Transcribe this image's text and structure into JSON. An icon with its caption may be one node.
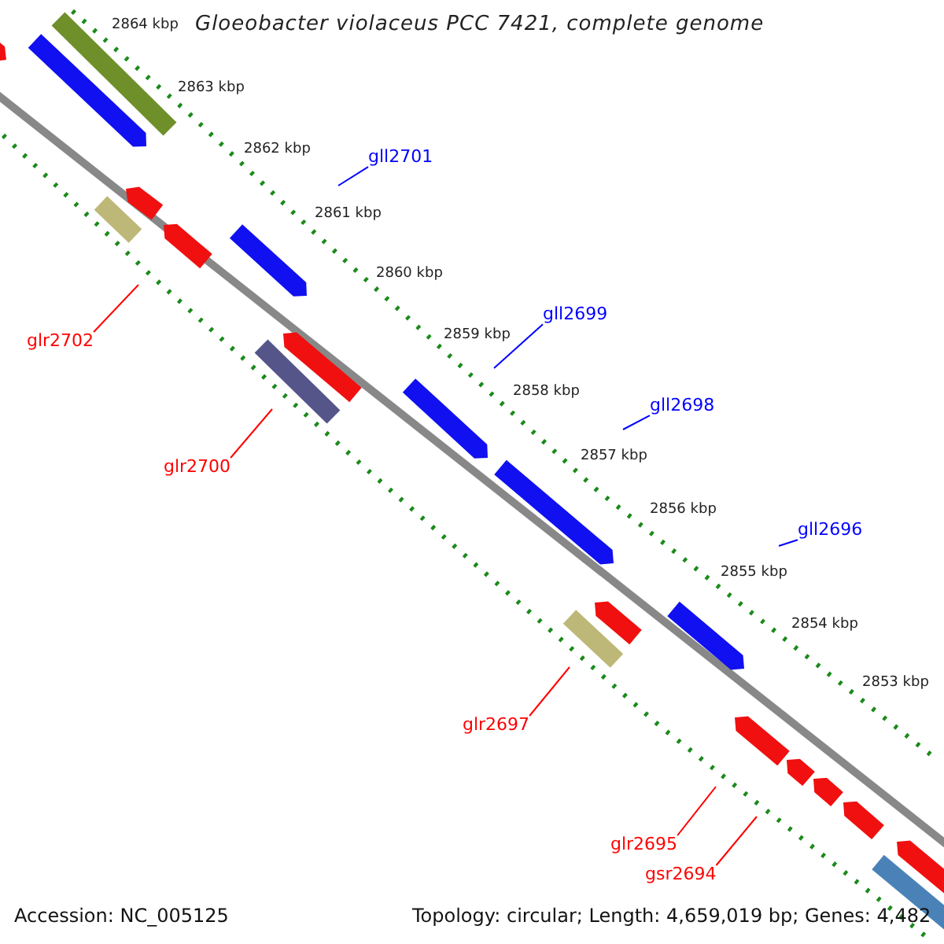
{
  "diagram": {
    "title": "Gloeobacter violaceus PCC 7421, complete genome",
    "nodes": [
      {
        "text": [
          "gll2701"
        ]
      },
      {
        "text": [
          "gll2699"
        ]
      },
      {
        "text": [
          "glr2702"
        ]
      },
      {
        "text": [
          "gll2698"
        ]
      },
      {
        "text": [
          "glr2700"
        ]
      },
      {
        "text": [
          "gll2696"
        ]
      },
      {
        "text": [
          "glr2697"
        ]
      },
      {
        "text": [
          "glr2695"
        ]
      },
      {
        "text": [
          "gsr2694"
        ]
      }
    ],
    "edges": [
      {
        "from": 0,
        "to": null,
        "arrow": "none",
        "color": "#0000ff"
      },
      {
        "from": 1,
        "to": null,
        "arrow": "none",
        "color": "#0000ff"
      },
      {
        "from": 2,
        "to": null,
        "arrow": "none"
      },
      {
        "from": 3,
        "to": null,
        "arrow": "none",
        "color": "#0000ff"
      },
      {
        "from": 4,
        "to": null,
        "arrow": "none"
      },
      {
        "from": 5,
        "to": null,
        "arrow": "none",
        "color": "#0000ff"
      },
      {
        "from": 6,
        "to": null,
        "arrow": "none"
      },
      {
        "from": 7,
        "to": null,
        "arrow": "none"
      },
      {
        "from": 8,
        "to": null,
        "arrow": "none"
      }
    ],
    "labels": [
      "2864 kbp",
      "2863 kbp",
      "2862 kbp",
      "2861 kbp",
      "2860 kbp",
      "2859 kbp",
      "2858 kbp",
      "2857 kbp",
      "2856 kbp",
      "2855 kbp",
      "2854 kbp",
      "2853 kbp",
      "Accession: NC_005125",
      "Topology: circular; Length: 4,659,019 bp; Genes: 4,482"
    ]
  }
}
